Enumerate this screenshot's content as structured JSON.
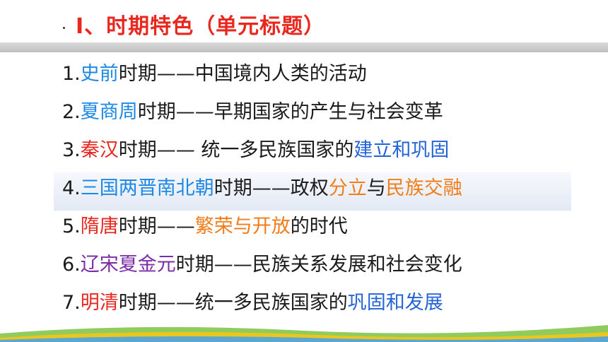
{
  "slide": {
    "title": "Ⅰ、时期特色（单元标题）",
    "items": [
      {
        "num": "1.",
        "era": "史前",
        "era_color": "#1e88e5",
        "mid": "时期——中国境内人类的活动",
        "hl1": "",
        "join": "",
        "hl2": ""
      },
      {
        "num": "2.",
        "era": "夏商周",
        "era_color": "#1e88e5",
        "mid": "时期——早期国家的产生与社会变革",
        "hl1": "",
        "join": "",
        "hl2": ""
      },
      {
        "num": "3.",
        "era": "秦汉",
        "era_color": "#e8271f",
        "mid": "时期—— 统一多民族国家的",
        "hl1": "建立和巩固",
        "join": "",
        "hl2": ""
      },
      {
        "num": "4.",
        "era": "三国两晋南北朝",
        "era_color": "#1e88e5",
        "mid": "时期——政权",
        "hl1": "分立",
        "join": "与",
        "hl2": "民族交融"
      },
      {
        "num": "5.",
        "era": "隋唐",
        "era_color": "#e8271f",
        "mid": "时期——",
        "hl1": "繁荣与开放",
        "join": "的时代",
        "hl2": ""
      },
      {
        "num": "6.",
        "era": "辽宋夏金元",
        "era_color": "#7b2ca6",
        "mid": "时期——民族关系发展和社会变化",
        "hl1": "",
        "join": "",
        "hl2": ""
      },
      {
        "num": "7.",
        "era": "明清",
        "era_color": "#e8271f",
        "mid": "时期——统一多民族国家的",
        "hl1": "巩固和发展",
        "join": "",
        "hl2": ""
      }
    ]
  }
}
